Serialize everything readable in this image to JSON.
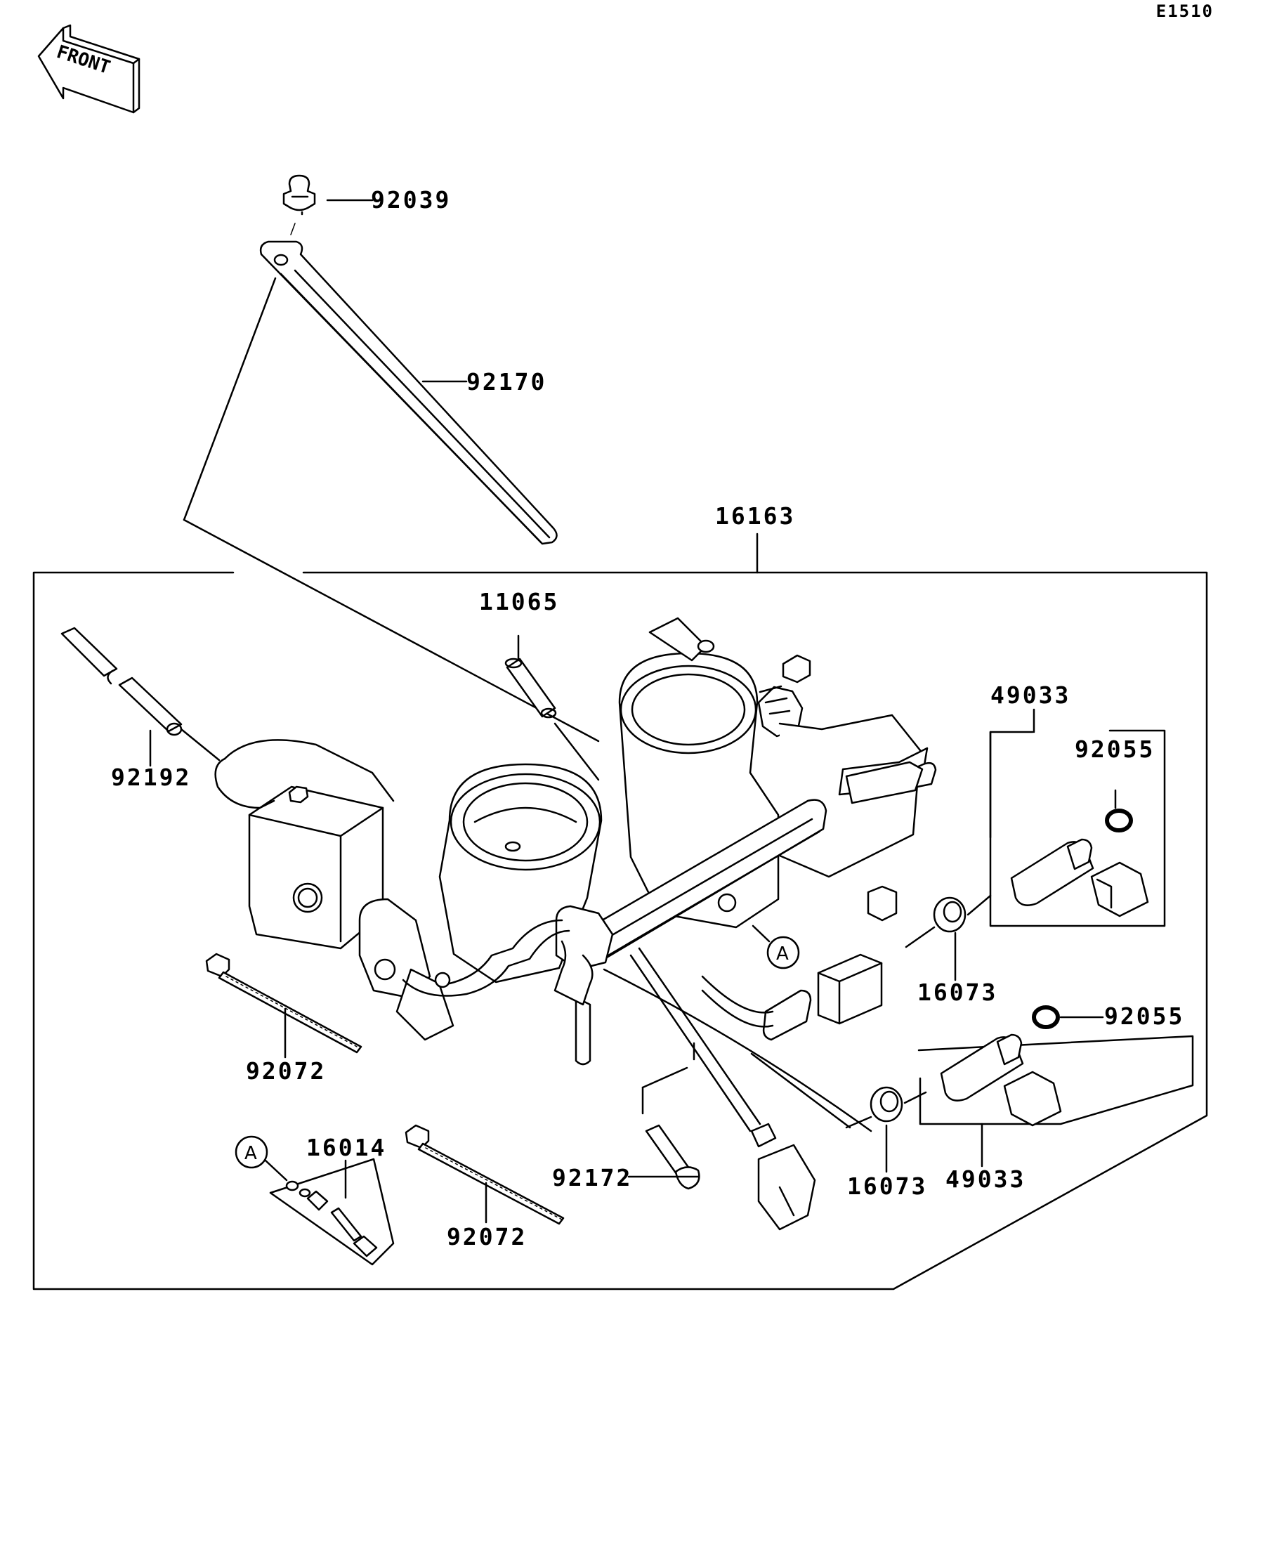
{
  "diagram_code": "E1510",
  "front_label": "FRONT",
  "callout_letter": "A",
  "labels": {
    "p92039": "92039",
    "p92170": "92170",
    "p16163": "16163",
    "p11065": "11065",
    "p49033_top": "49033",
    "p92055_top": "92055",
    "p92192": "92192",
    "p16073_top": "16073",
    "p92055_bottom": "92055",
    "p92072_left": "92072",
    "p16014": "16014",
    "p92172": "92172",
    "p16073_bottom": "16073",
    "p49033_bottom": "49033",
    "p92072_bottom": "92072"
  }
}
